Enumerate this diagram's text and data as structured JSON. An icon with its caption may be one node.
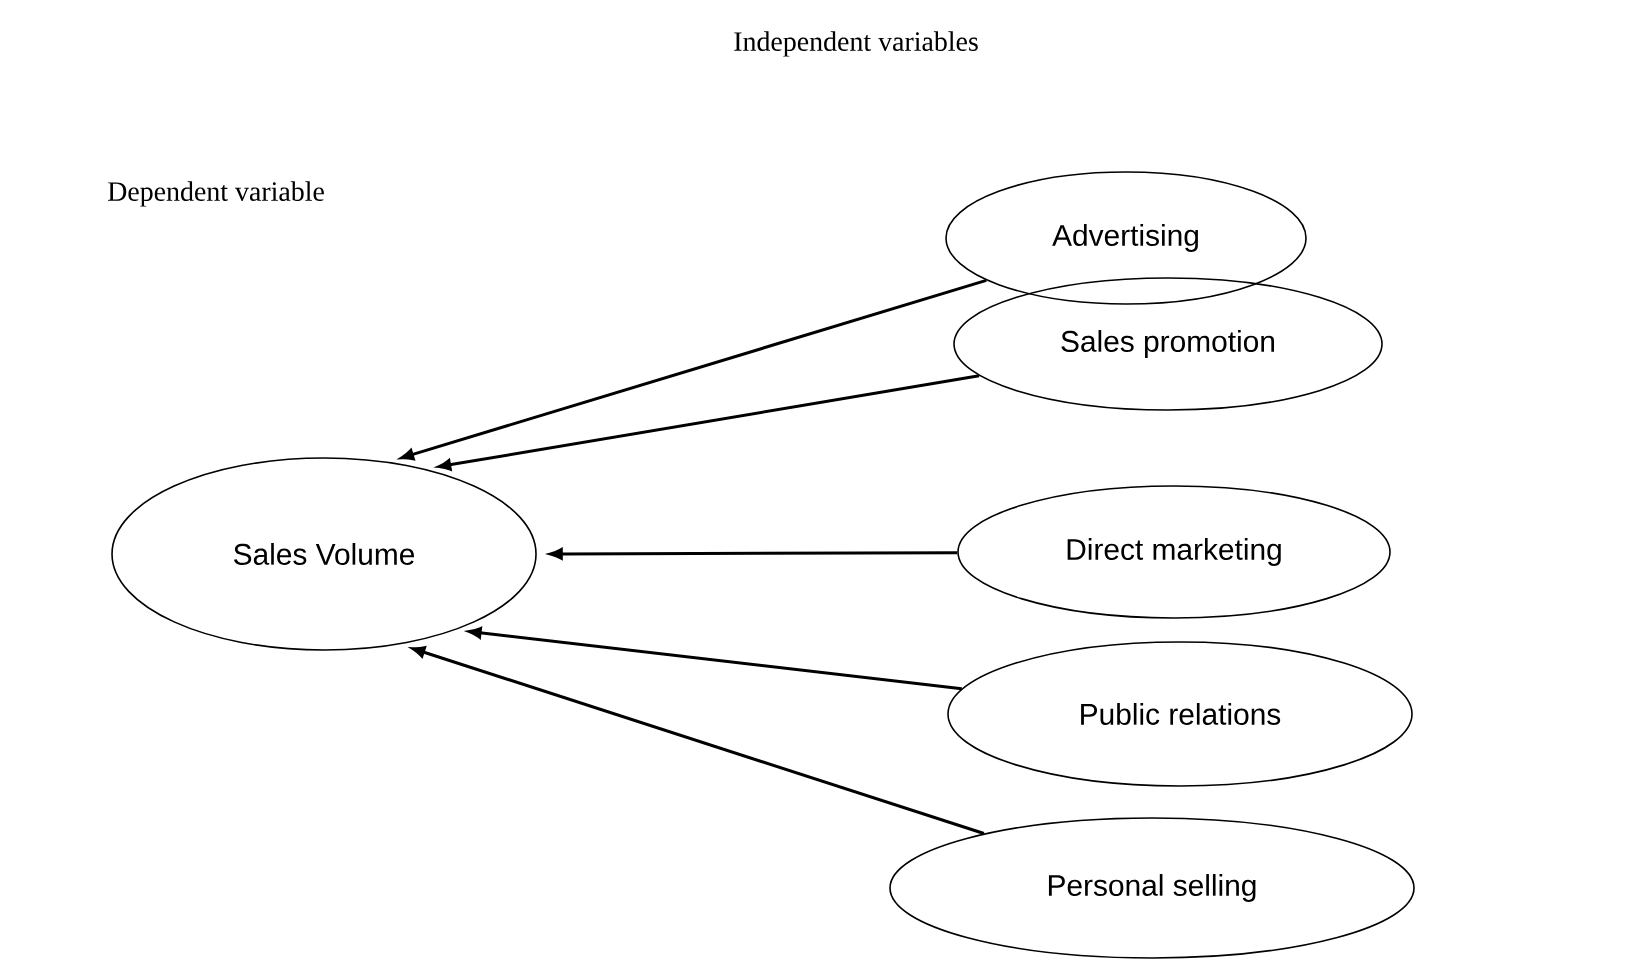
{
  "diagram": {
    "nodes": [
      {
        "text": [
          "Sales Volume"
        ]
      },
      {
        "text": [
          "Advertising"
        ]
      },
      {
        "text": [
          "Sales promotion"
        ]
      },
      {
        "text": [
          "Direct marketing"
        ]
      },
      {
        "text": [
          "Public relations"
        ]
      },
      {
        "text": [
          "Personal selling"
        ]
      }
    ],
    "edges": [
      {
        "from": 1,
        "to": 0,
        "arrow": "to"
      },
      {
        "from": 2,
        "to": 0,
        "arrow": "to"
      },
      {
        "from": 3,
        "to": 0,
        "arrow": "to"
      },
      {
        "from": 4,
        "to": 0,
        "arrow": "to"
      },
      {
        "from": 5,
        "to": 0,
        "arrow": "to"
      }
    ],
    "labels": [
      "Independent variables",
      "Dependent variable"
    ]
  }
}
